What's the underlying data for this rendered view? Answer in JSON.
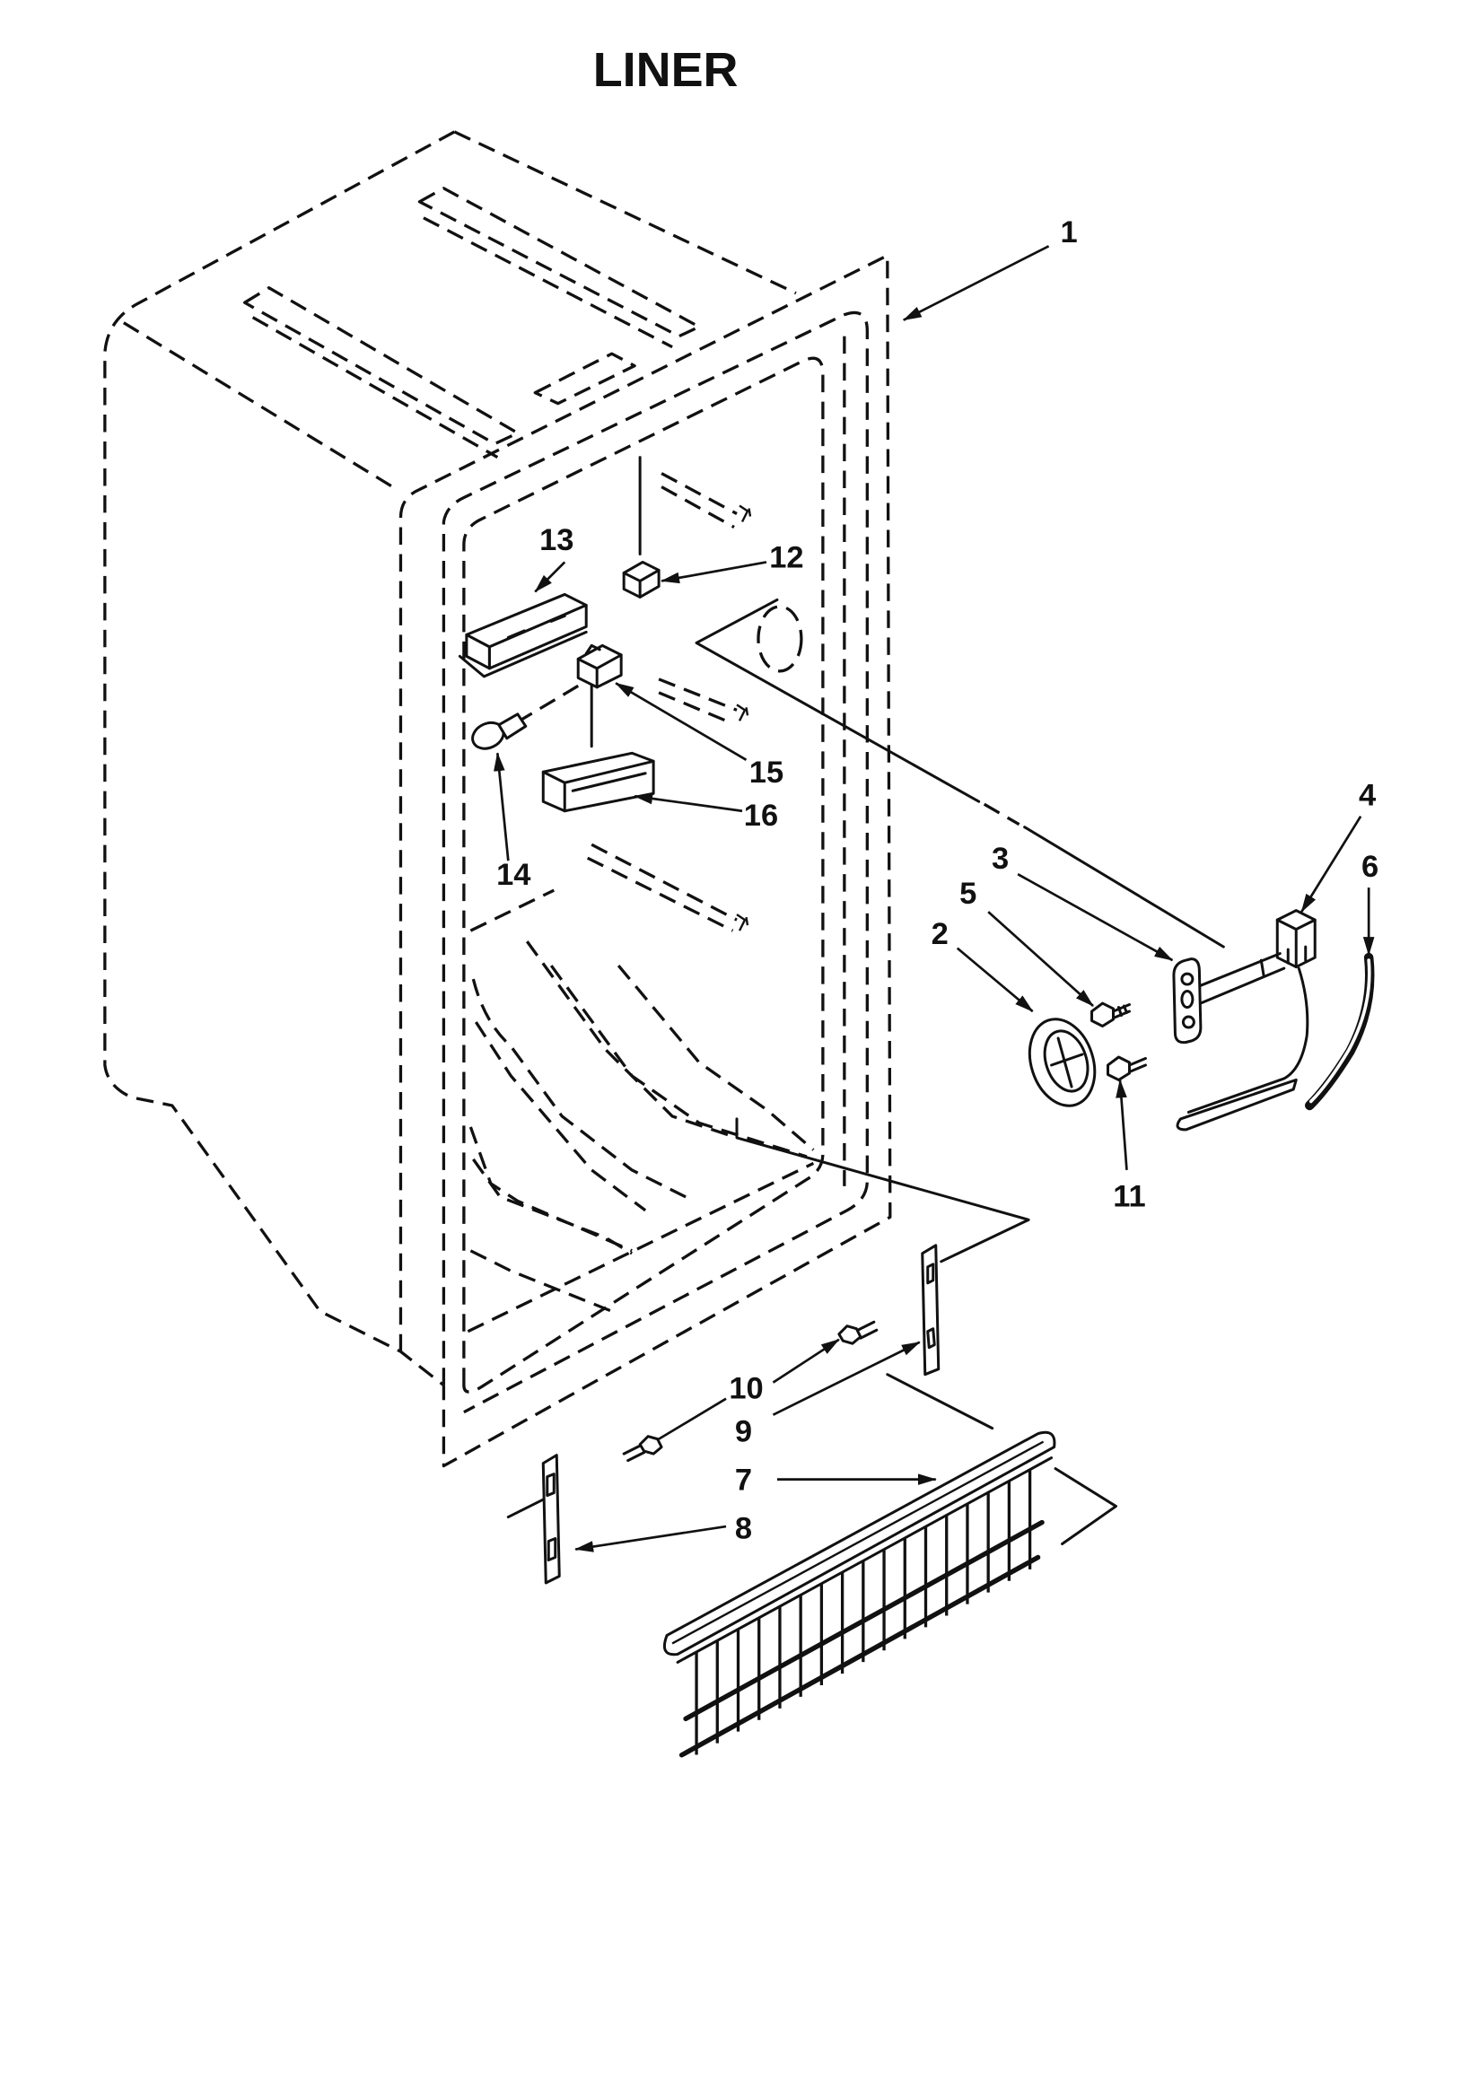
{
  "title": "LINER",
  "callouts": [
    "1",
    "2",
    "3",
    "4",
    "5",
    "6",
    "7",
    "8",
    "9",
    "10",
    "11",
    "12",
    "13",
    "14",
    "15",
    "16"
  ]
}
